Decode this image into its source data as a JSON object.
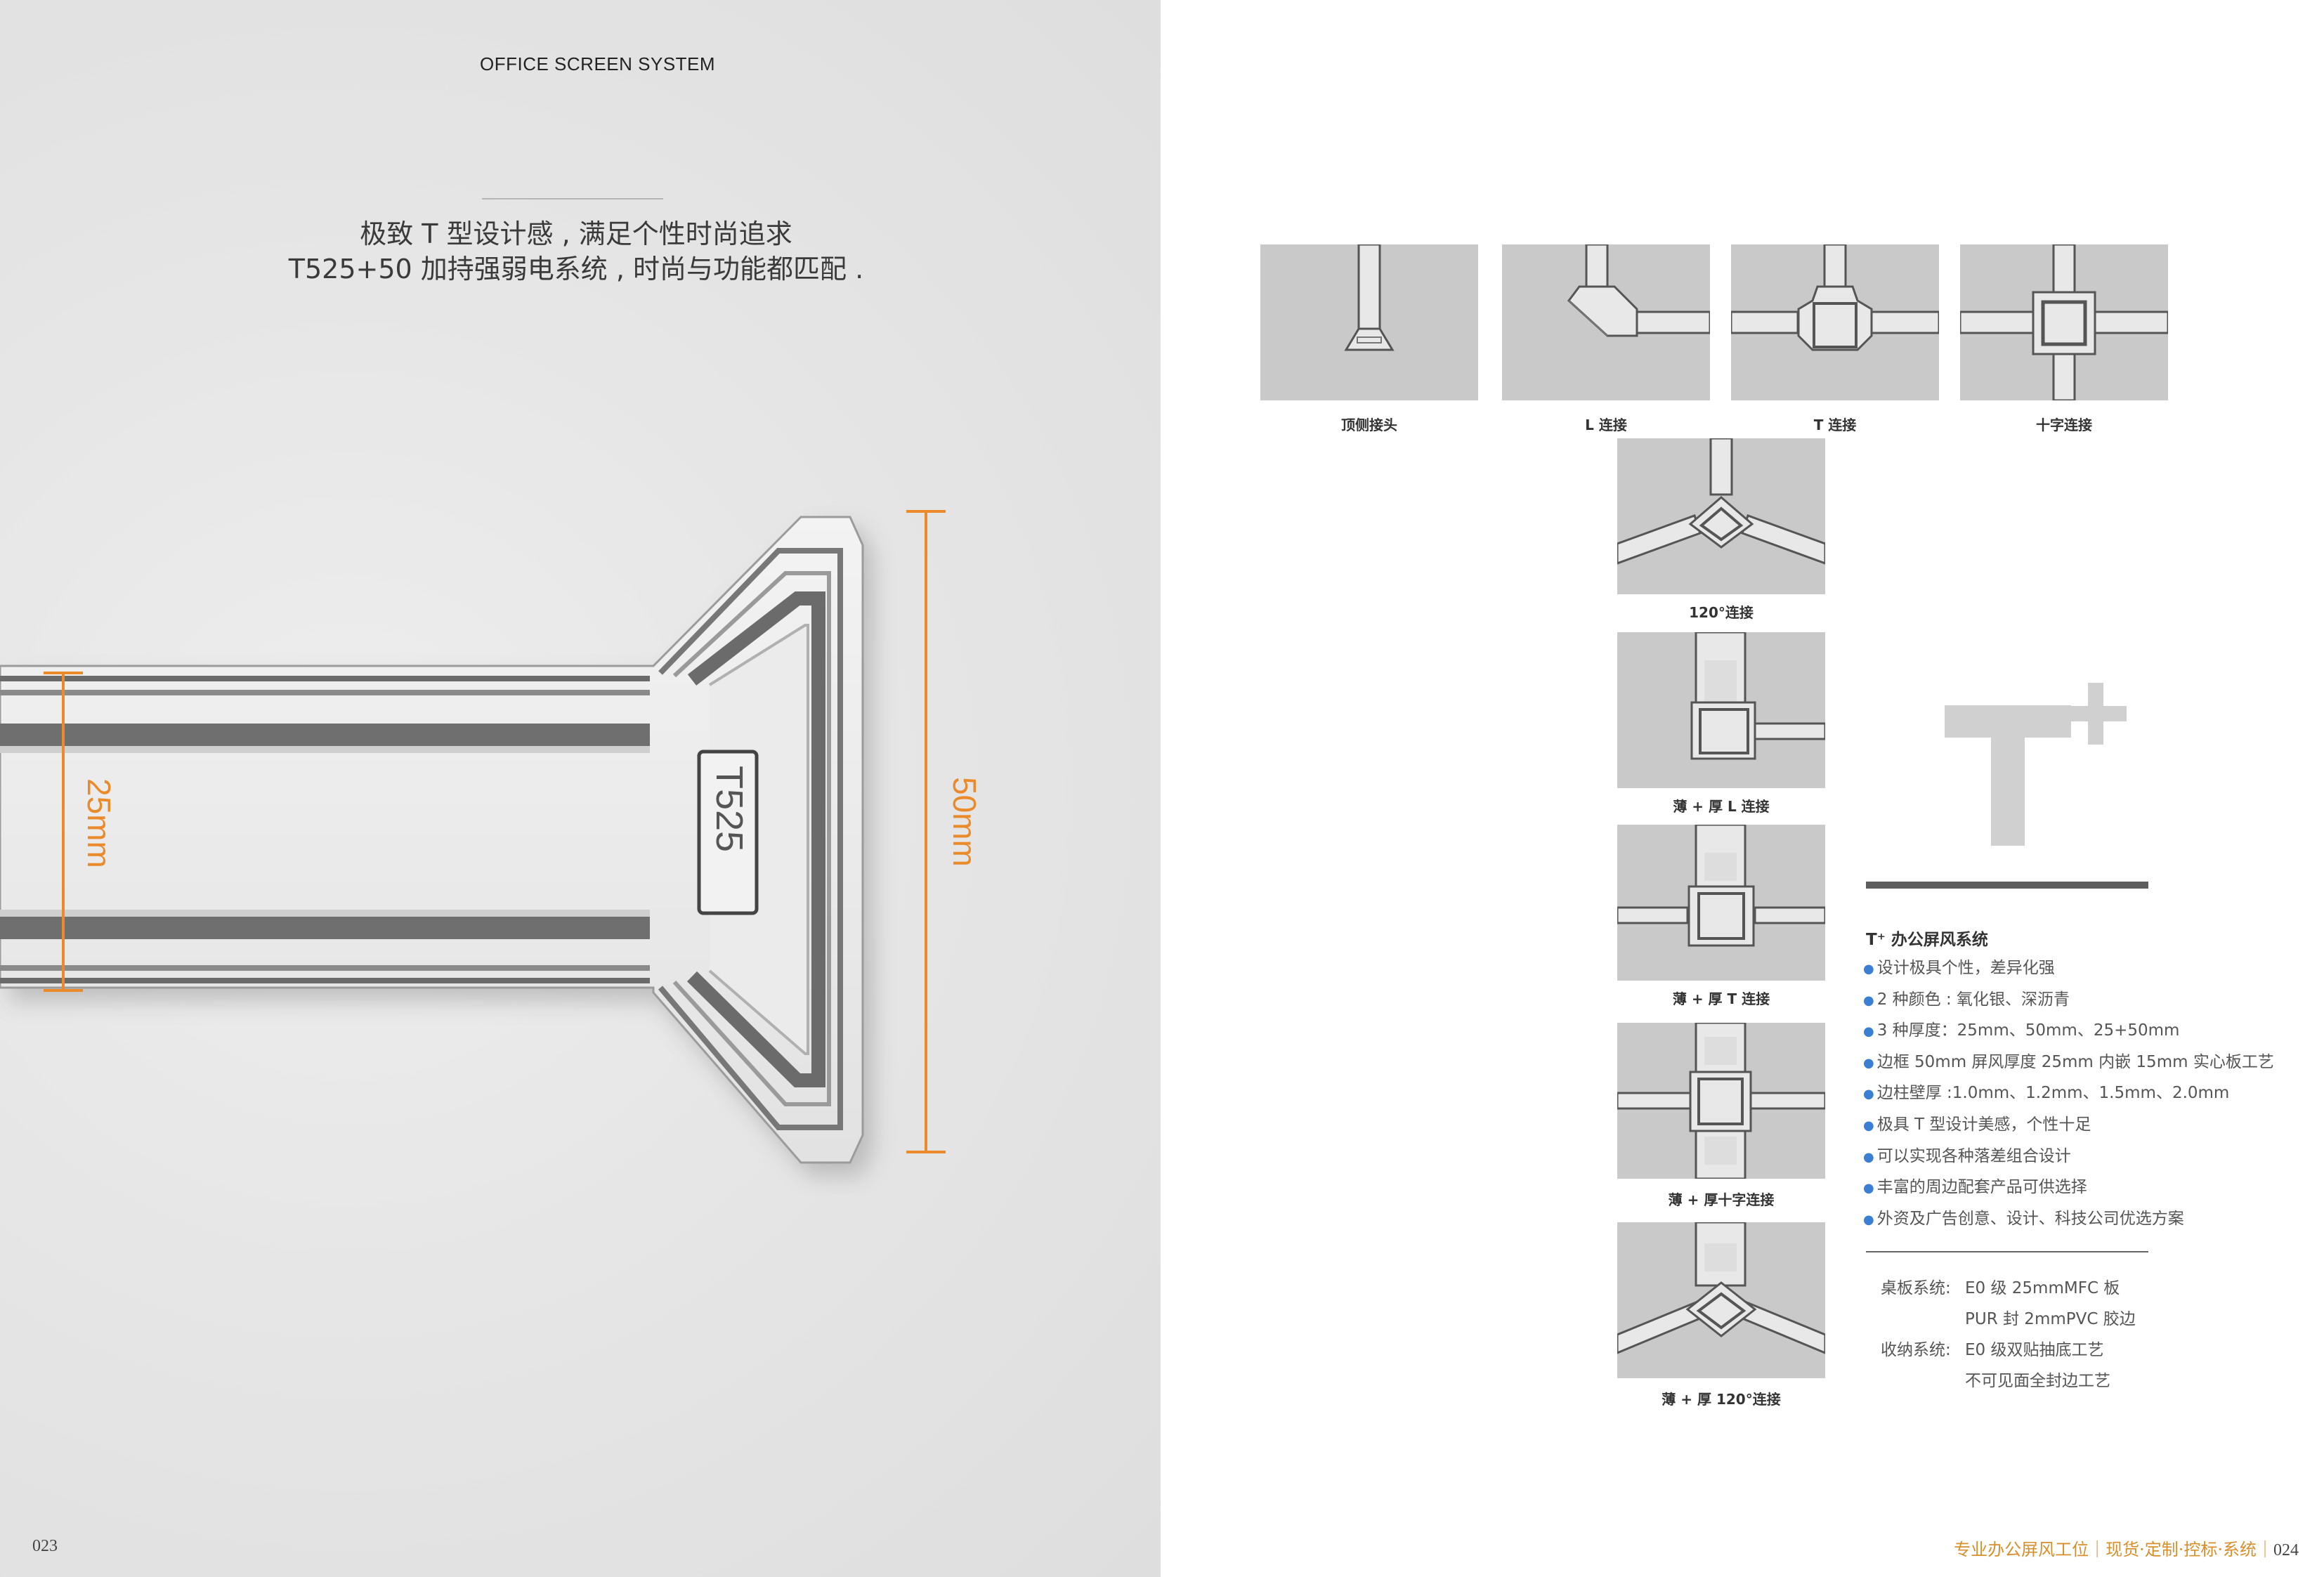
{
  "header": {
    "title": "OFFICE SCREEN SYSTEM"
  },
  "headline": {
    "line1": "极致 T 型设计感 , 满足个性时尚追求",
    "line2": "T525+50 加持强弱电系统 , 时尚与功能都匹配 ."
  },
  "profile": {
    "badge": "T525",
    "dim_small": "25mm",
    "dim_large": "50mm",
    "accent_color": "#ea8a2a"
  },
  "connectors": {
    "top_row": [
      {
        "label": "顶侧接头"
      },
      {
        "label": "L 连接"
      },
      {
        "label": "T 连接"
      },
      {
        "label": "十字连接"
      }
    ],
    "column": [
      {
        "label": "120°连接"
      },
      {
        "label": "薄 + 厚 L 连接"
      },
      {
        "label": "薄 + 厚 T 连接"
      },
      {
        "label": "薄 + 厚十字连接"
      },
      {
        "label": "薄 + 厚 120°连接"
      }
    ]
  },
  "features": {
    "title": "T⁺ 办公屏风系统",
    "items": [
      "设计极具个性，差异化强",
      "2 种颜色 : 氧化银、深沥青",
      "3 种厚度：25mm、50mm、25+50mm",
      "边框 50mm 屏风厚度 25mm 内嵌 15mm 实心板工艺",
      "边柱壁厚 :1.0mm、1.2mm、1.5mm、2.0mm",
      "极具 T 型设计美感，个性十足",
      "可以实现各种落差组合设计",
      "丰富的周边配套产品可供选择",
      "外资及广告创意、设计、科技公司优选方案"
    ]
  },
  "specs": {
    "desk_label": "桌板系统:",
    "desk_line1": "E0 级 25mmMFC 板",
    "desk_line2": "PUR 封 2mmPVC 胶边",
    "storage_label": "收纳系统:",
    "storage_line1": "E0 级双贴抽底工艺",
    "storage_line2": "不可见面全封边工艺"
  },
  "footer": {
    "left_page": "023",
    "right_text": "专业办公屏风工位｜现货·定制·控标·系统｜",
    "right_page": "024"
  }
}
